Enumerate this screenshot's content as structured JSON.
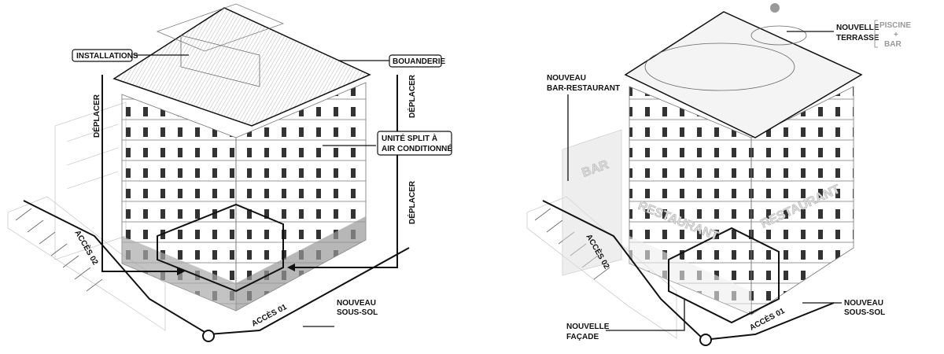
{
  "left_diagram": {
    "labels": {
      "installations": "INSTALLATIONS",
      "bouanderie": "BOUANDERIE",
      "deplacer_1": "DÉPLACER",
      "deplacer_2": "DÉPLACER",
      "deplacer_3": "DÉPLACER",
      "split_line1": "UNITÉ SPLIT À",
      "split_line2": "AIR CONDITIONNÉ",
      "acces_02": "ACCÈS 02",
      "acces_01": "ACCÈS 01",
      "sous_sol_line1": "NOUVEAU",
      "sous_sol_line2": "SOUS-SOL"
    }
  },
  "right_diagram": {
    "labels": {
      "bar_resto_line1": "NOUVEAU",
      "bar_resto_line2": "BAR-RESTAURANT",
      "terrasse_line1": "NOUVELLE",
      "terrasse_line2": "TERRASSE",
      "piscine": "PISCINE",
      "plus": "+",
      "bar": "BAR",
      "acces_02": "ACCÈS 02",
      "acces_01": "ACCÈS 01",
      "sous_sol_line1": "NOUVEAU",
      "sous_sol_line2": "SOUS-SOL",
      "facade_line1": "NOUVELLE",
      "facade_line2": "FAÇADE",
      "sign_bar": "BAR",
      "sign_restaurant_1": "RESTAURANT",
      "sign_restaurant_2": "RESTAURANT"
    }
  }
}
